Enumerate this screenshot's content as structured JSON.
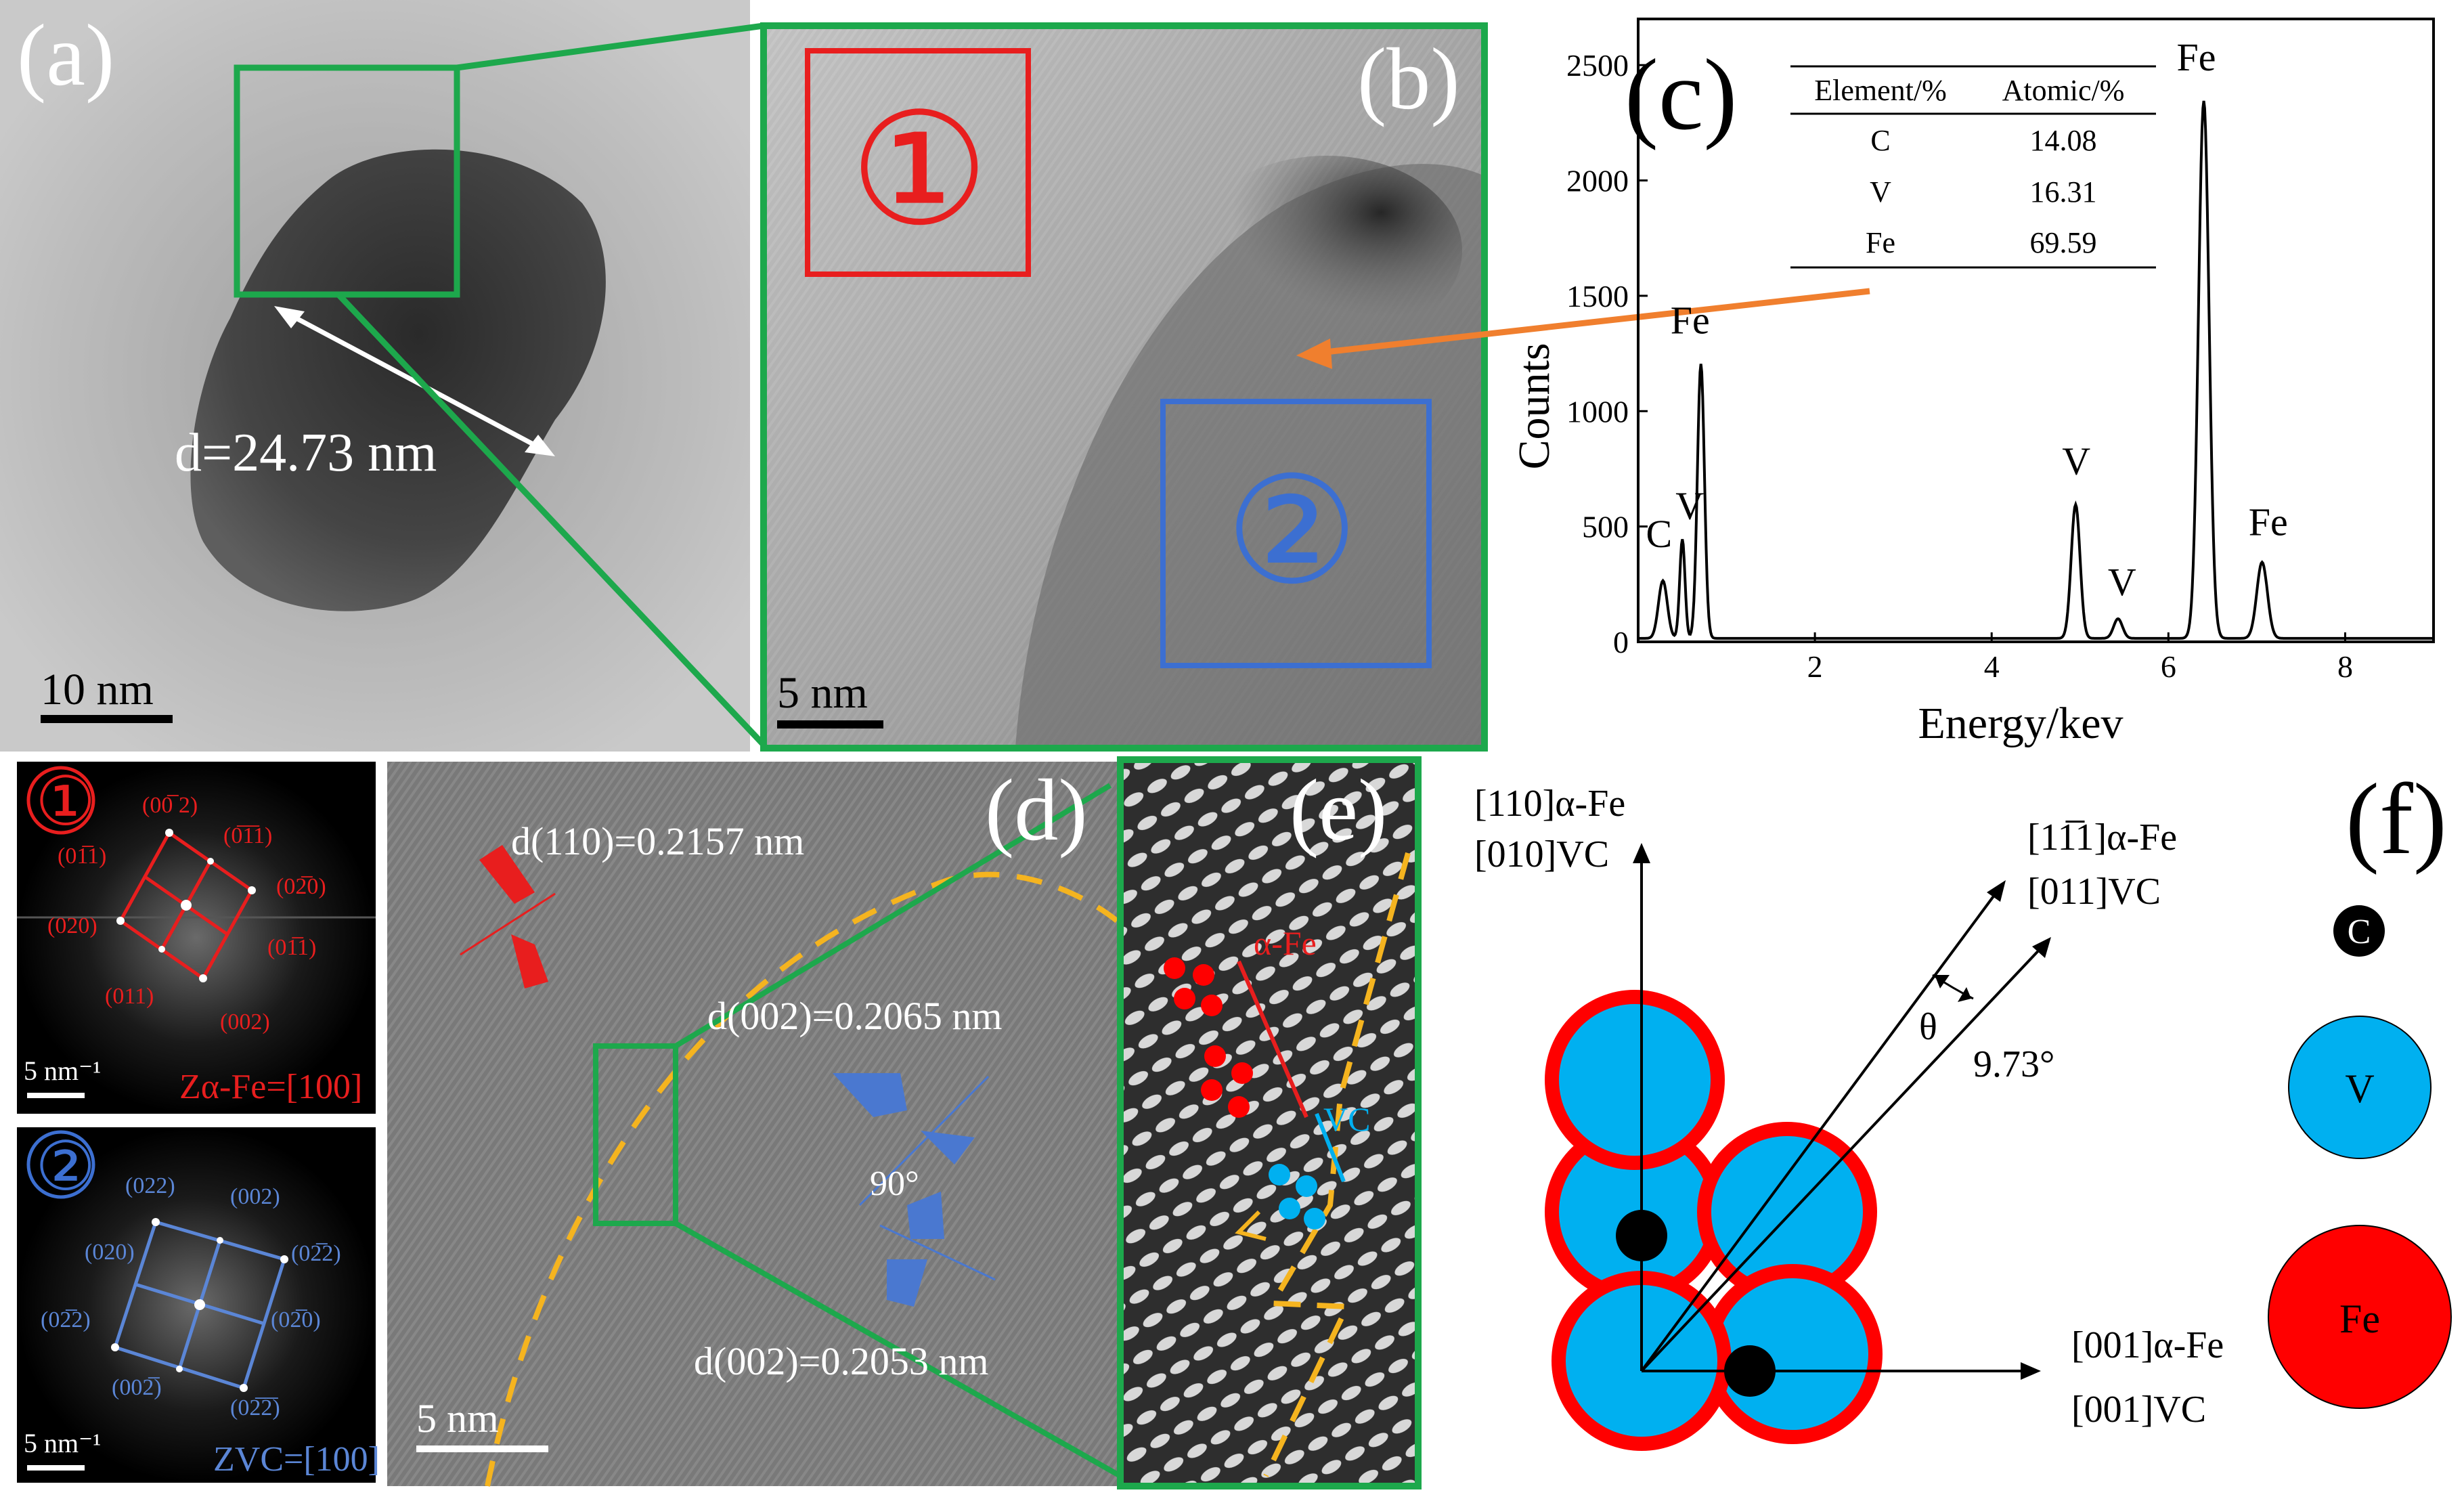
{
  "panel_a": {
    "letter": "(a)",
    "diameter": "d=24.73 nm",
    "scale": "10 nm"
  },
  "panel_b": {
    "letter": "(b)",
    "region1": "①",
    "region2": "②",
    "scale": "5 nm"
  },
  "panel_c": {
    "letter": "(c)",
    "table": {
      "headers": [
        "Element/%",
        "Atomic/%"
      ],
      "rows": [
        [
          "C",
          "14.08"
        ],
        [
          "V",
          "16.31"
        ],
        [
          "Fe",
          "69.59"
        ]
      ]
    },
    "chart_data": {
      "type": "line",
      "xlabel": "Energy/kev",
      "ylabel": "Counts",
      "xlim": [
        0,
        9
      ],
      "ylim": [
        0,
        2700
      ],
      "xticks": [
        2,
        4,
        6,
        8
      ],
      "yticks": [
        0,
        500,
        1000,
        1500,
        2000,
        2500
      ],
      "peaks": [
        {
          "label": "C",
          "x": 0.28,
          "y": 250
        },
        {
          "label": "V",
          "x": 0.5,
          "y": 430
        },
        {
          "label": "Fe",
          "x": 0.71,
          "y": 1190
        },
        {
          "label": "V",
          "x": 4.95,
          "y": 580
        },
        {
          "label": "V",
          "x": 5.43,
          "y": 85
        },
        {
          "label": "Fe",
          "x": 6.4,
          "y": 2330
        },
        {
          "label": "Fe",
          "x": 7.06,
          "y": 330
        }
      ]
    }
  },
  "fft1": {
    "badge": "①",
    "spots": [
      "(00̅ 2)",
      "(01̅1)",
      "(0̅1̅1)",
      "(02̅0)",
      "(020)",
      "(01̅1)",
      "(011)",
      "(002)"
    ],
    "scale": "5 nm⁻¹",
    "zone": "Zα-Fe=[100]"
  },
  "fft2": {
    "badge": "②",
    "spots": [
      "(022)",
      "(002)",
      "(020)",
      "(02̅2)",
      "(02̅2)",
      "(02̅0)",
      "(002̅)",
      "(02̅2̅)"
    ],
    "scale": "5 nm⁻¹",
    "zone": "ZVC=[100]"
  },
  "panel_d": {
    "letter": "(d)",
    "d110": "d(110)=0.2157 nm",
    "d002a": "d(002)=0.2065 nm",
    "d002b": "d(002)=0.2053 nm",
    "angle": "90°",
    "scale": "5 nm"
  },
  "panel_e": {
    "letter": "(e)",
    "fe_label": "α-Fe",
    "vc_label": "VC"
  },
  "panel_f": {
    "letter": "(f)",
    "axis_up": [
      "[110]α-Fe",
      "[010]VC"
    ],
    "axis_right": [
      "[001]α-Fe",
      "[001]VC"
    ],
    "axis_diag": [
      "[11̅1]α-Fe",
      "[011]VC"
    ],
    "theta": "θ",
    "angle": "9.73°",
    "legend": [
      "C",
      "V",
      "Fe"
    ],
    "colors": {
      "fe": "#ff0000",
      "v": "#00b0f0",
      "c": "#000000"
    }
  }
}
